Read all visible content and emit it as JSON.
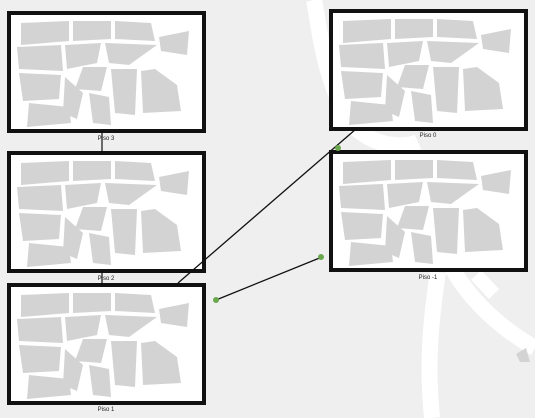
{
  "colors": {
    "background": "#efefef",
    "road": "#ffffff",
    "frame_border": "#111111",
    "frame_fill": "#ffffff",
    "block_fill": "#d3d3d3",
    "connector": "#111111",
    "node": "#6aa84f"
  },
  "floors": [
    {
      "id": "piso-3",
      "label": "Piso 3"
    },
    {
      "id": "piso-2",
      "label": "Piso 2"
    },
    {
      "id": "piso-1",
      "label": "Piso 1"
    },
    {
      "id": "piso-0",
      "label": "Piso 0"
    },
    {
      "id": "piso-minus-1",
      "label": "Piso -1"
    }
  ]
}
